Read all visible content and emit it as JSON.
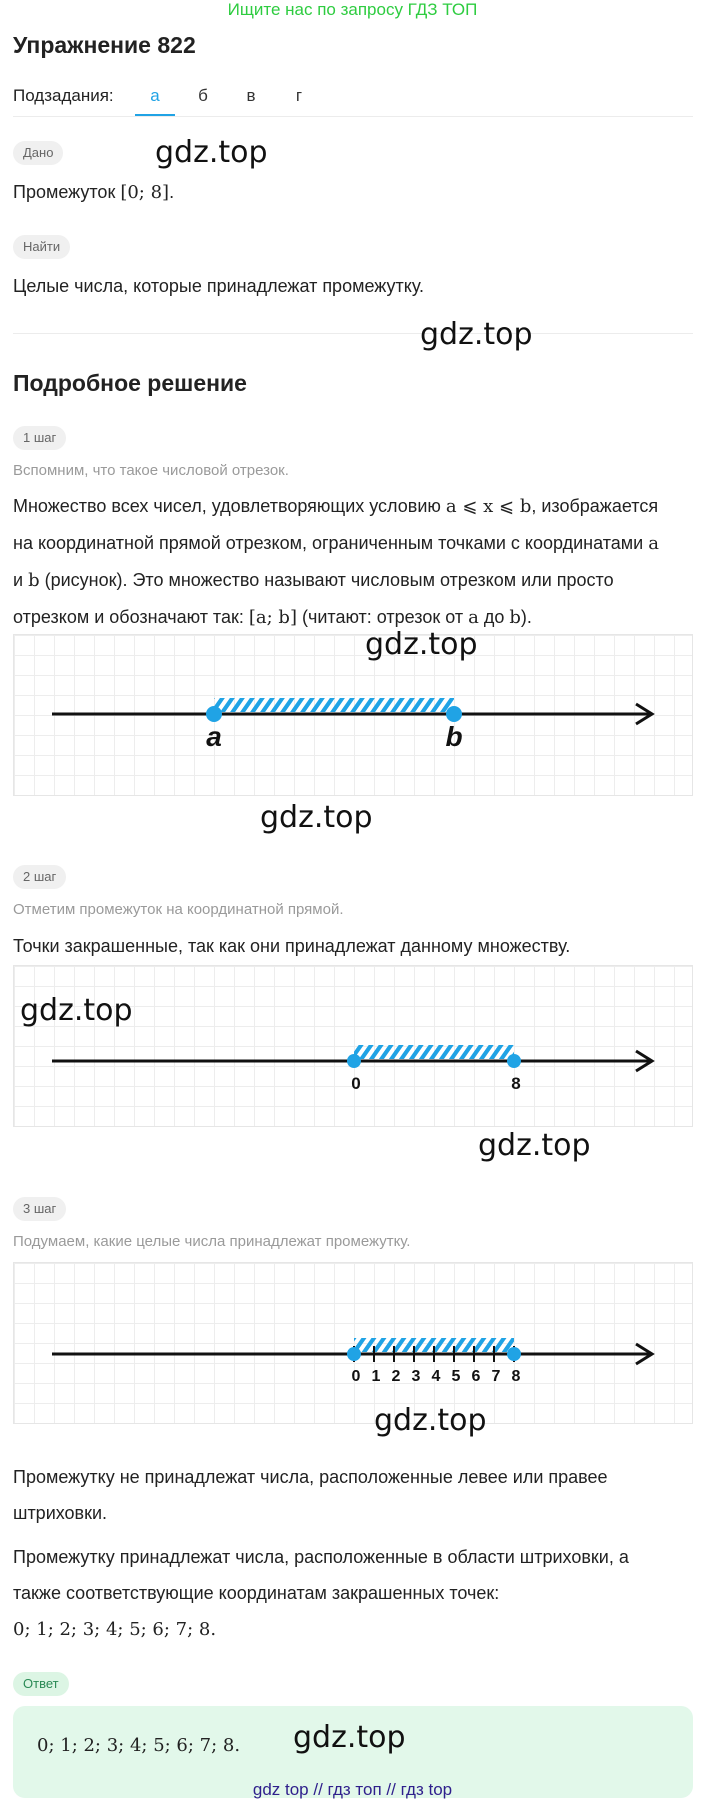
{
  "banner": "Ищите нас по запросу ГДЗ ТОП",
  "title": "Упражнение 822",
  "subtasks": {
    "label": "Подзадания:",
    "tabs": [
      "а",
      "б",
      "в",
      "г"
    ],
    "active_index": 0
  },
  "given": {
    "chip": "Дано",
    "text_prefix": "Промежуток ",
    "interval": "[0;  8]",
    "text_suffix": "."
  },
  "find": {
    "chip": "Найти",
    "text": "Целые числа, которые принадлежат промежутку."
  },
  "solution_title": "Подробное решение",
  "watermark": "gdz.top",
  "step1": {
    "chip": "1 шаг",
    "hint": "Вспомним, что такое числовой отрезок.",
    "line1_a": "Множество всех чисел, удовлетворяющих условию ",
    "line1_math": "a ⩽ x ⩽ b",
    "line1_b": ", изображается",
    "line2_a": "на координатной прямой отрезком, ограниченным точками с координатами ",
    "line2_math": "a",
    "line3_a": "и ",
    "line3_math": "b",
    "line3_b": " (рисунок). Это множество называют числовым отрезком или просто",
    "line4_a": "отрезком и обозначают так: ",
    "line4_math1": "[a;  b]",
    "line4_b": " (читают: отрезок от ",
    "line4_math2": "a",
    "line4_c": " до ",
    "line4_math3": "b",
    "line4_d": ").",
    "figure": {
      "left_label": "a",
      "right_label": "b"
    }
  },
  "step2": {
    "chip": "2 шаг",
    "hint": "Отметим промежуток на координатной прямой.",
    "text": "Точки закрашенные, так как они принадлежат данному множеству.",
    "figure": {
      "left_label": "0",
      "right_label": "8"
    }
  },
  "step3": {
    "chip": "3 шаг",
    "hint": "Подумаем, какие целые числа принадлежат промежутку.",
    "figure": {
      "tick_labels": [
        "0",
        "1",
        "2",
        "3",
        "4",
        "5",
        "6",
        "7",
        "8"
      ]
    },
    "para1_line1": "Промежутку не принадлежат числа, расположенные левее или правее",
    "para1_line2": "штриховки.",
    "para2_line1": "Промежутку принадлежат числа, расположенные в области штриховки, а",
    "para2_line2": "также соответствующие координатам закрашенных точек:",
    "numbers": "0;  1;  2;  3;  4;  5;  6;  7;  8."
  },
  "answer": {
    "chip": "Ответ",
    "text": "0;  1;  2;  3;  4;  5;  6;  7;  8."
  },
  "footer": {
    "link1": "gdz top",
    "sep1": " // ",
    "link2": "гдз топ",
    "sep2": " // ",
    "link3": "гдз top"
  },
  "colors": {
    "accent": "#20a3e5",
    "banner": "#2ecc40",
    "answer_bg": "#e2f8ea",
    "footer": "#2f1f8c"
  }
}
